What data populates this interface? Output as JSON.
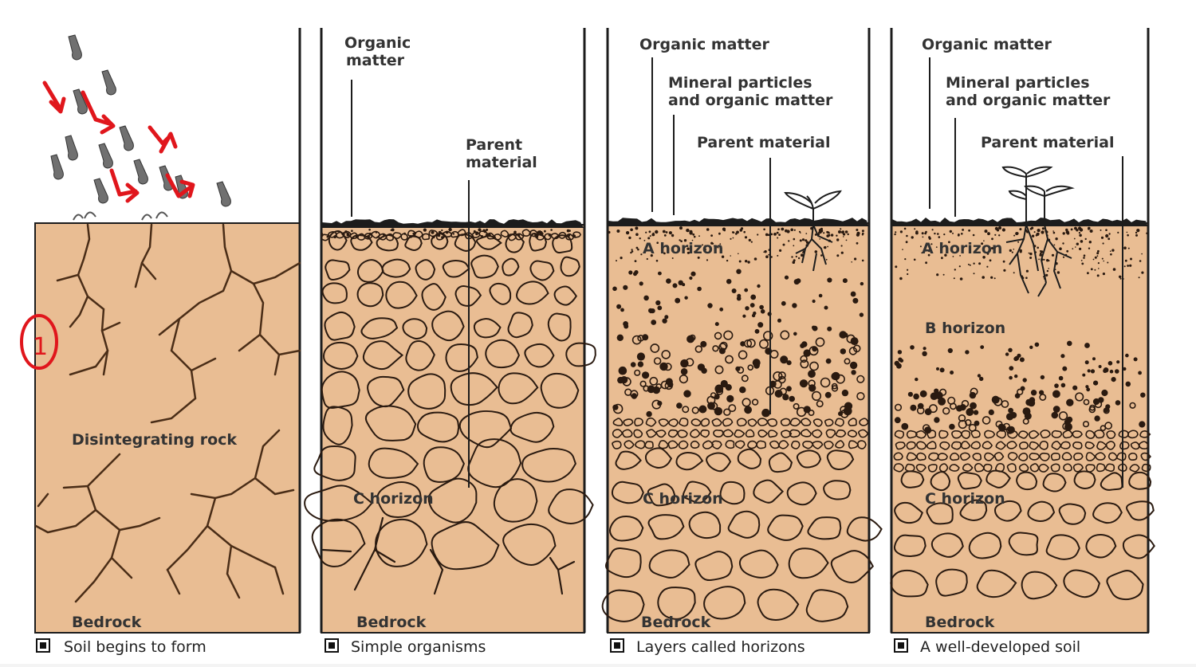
{
  "colors": {
    "soil": "#e9bd93",
    "line": "#1c1c1c",
    "crack": "#4a2d17",
    "annotation": "#e0161c"
  },
  "panels": [
    {
      "caption": "Soil begins to form",
      "labels": {
        "rock": "Disintegrating rock",
        "bedrock": "Bedrock"
      },
      "annotation": "1"
    },
    {
      "caption": "Simple organisms",
      "labels": {
        "organic_l1": "Organic",
        "organic_l2": "matter",
        "parent_l1": "Parent",
        "parent_l2": "material",
        "c_horizon": "C horizon",
        "bedrock": "Bedrock"
      }
    },
    {
      "caption": "Layers called horizons",
      "labels": {
        "organic": "Organic matter",
        "mineral_l1": "Mineral particles",
        "mineral_l2": "and organic matter",
        "parent": "Parent material",
        "a_horizon": "A horizon",
        "c_horizon": "C horizon",
        "bedrock": "Bedrock"
      }
    },
    {
      "caption": "A well-developed soil",
      "labels": {
        "organic": "Organic matter",
        "mineral_l1": "Mineral particles",
        "mineral_l2": "and organic matter",
        "parent": "Parent material",
        "a_horizon": "A horizon",
        "b_horizon": "B horizon",
        "c_horizon": "C horizon",
        "bedrock": "Bedrock"
      }
    }
  ]
}
